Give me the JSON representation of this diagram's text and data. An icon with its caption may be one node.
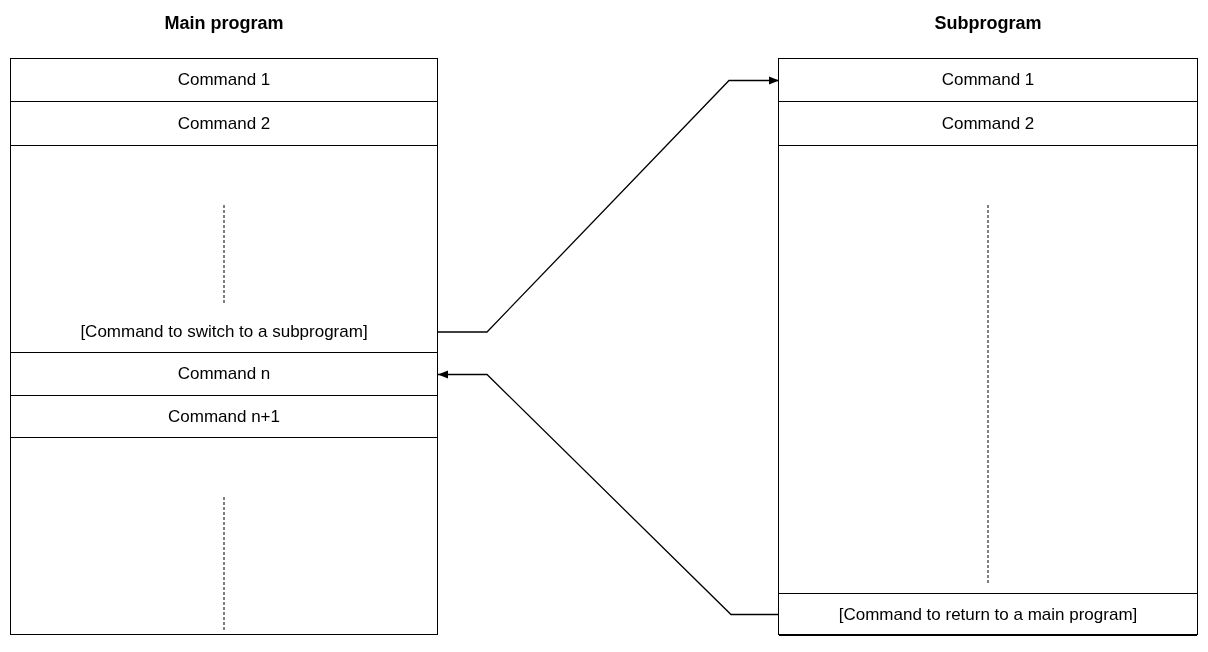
{
  "diagram": {
    "nodes": [
      {
        "text": [
          "Main program"
        ]
      },
      {
        "text": [
          "Command 1"
        ],
        "in": 0
      },
      {
        "text": [
          "Command 2"
        ],
        "in": 0
      },
      {
        "text": [
          "[Command to switch to a subprogram]"
        ],
        "in": 0
      },
      {
        "text": [
          "Command n"
        ],
        "in": 0
      },
      {
        "text": [
          "Command n+1"
        ],
        "in": 0
      },
      {
        "text": [
          "Subprogram"
        ]
      },
      {
        "text": [
          "Command 1"
        ],
        "in": 6
      },
      {
        "text": [
          "Command 2"
        ],
        "in": 6
      },
      {
        "text": [
          "[Command to return to a main program]"
        ],
        "in": 6
      }
    ],
    "edges": [
      {
        "from": 3,
        "to": 7,
        "arrow": "to"
      },
      {
        "from": 9,
        "to": 4,
        "arrow": "to"
      }
    ]
  }
}
